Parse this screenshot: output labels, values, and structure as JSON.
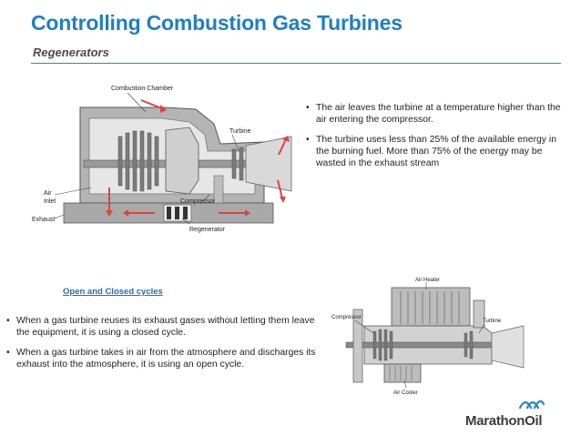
{
  "slide": {
    "title": "Controlling Combustion Gas Turbines",
    "subtitle": "Regenerators"
  },
  "right_bullets": [
    "The air leaves the turbine at a temperature higher than the air entering the compressor.",
    "The turbine uses less than 25% of the available energy in the burning fuel.  More than 75% of the energy may be wasted in the exhaust stream"
  ],
  "link": {
    "label": "Open and Closed cycles"
  },
  "left_bullets": [
    "When a gas turbine reuses its exhaust gases without letting them leave the equipment, it is using a closed cycle.",
    "When a gas turbine takes in air from the atmosphere and discharges its exhaust into the atmosphere, it is using an open cycle."
  ],
  "diagram_top": {
    "labels": {
      "combustion": "Combustion Chamber",
      "turbine": "Turbine",
      "air_inlet_1": "Air",
      "air_inlet_2": "Inlet",
      "exhaust": "Exhaust",
      "compressor": "Compressor",
      "regenerator": "Regenerator"
    }
  },
  "diagram_bottom": {
    "labels": {
      "air_heater": "Air Heater",
      "compressor": "Compressor",
      "turbine": "Turbine",
      "air_cooler": "Air Cooler"
    }
  },
  "logo": {
    "text": "MarathonOil"
  },
  "colors": {
    "title": "#1f7fc0",
    "rule": "#2a86c6",
    "arrow": "#d9463a",
    "metal": "#8f8f8f"
  }
}
